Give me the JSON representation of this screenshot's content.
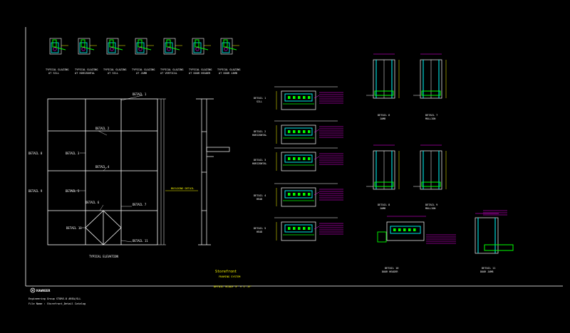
{
  "colors": {
    "background": "#000000",
    "frame": "#ffffff",
    "accent_cyan": "#00ffff",
    "accent_green": "#00ff00",
    "accent_magenta": "#ff00ff",
    "accent_yellow": "#ffff00"
  },
  "details_top": [
    {
      "line1": "TYPICAL GLAZING",
      "line2": "AT SILL"
    },
    {
      "line1": "TYPICAL GLAZING",
      "line2": "AT HORIZONTAL"
    },
    {
      "line1": "TYPICAL GLAZING",
      "line2": "AT SILL"
    },
    {
      "line1": "TYPICAL GLAZING",
      "line2": "AT JAMB"
    },
    {
      "line1": "TYPICAL GLAZING",
      "line2": "AT VERTICAL"
    },
    {
      "line1": "TYPICAL GLAZING",
      "line2": "AT DOOR HEADER"
    },
    {
      "line1": "TYPICAL GLAZING",
      "line2": "AT DOOR JAMB"
    }
  ],
  "elevation": {
    "title": "TYPICAL ELEVATION",
    "callouts": {
      "d1": "DETAIL 1",
      "d2": "DETAIL 2",
      "d3": "DETAIL 3",
      "d4": "DETAIL 4",
      "d5": "DETAIL 5",
      "d6": "DETAIL 6",
      "d7": "DETAIL 7",
      "d8": "DETAIL 8",
      "d9": "DETAIL 9",
      "d10": "DETAIL 10",
      "d11": "DETAIL 11"
    },
    "side_note": "BUILDING DETAIL"
  },
  "sections": [
    {
      "title": "DETAIL 1",
      "sub": "SILL"
    },
    {
      "title": "DETAIL 2",
      "sub": "HORIZONTAL"
    },
    {
      "title": "DETAIL 3",
      "sub": "HORIZONTAL"
    },
    {
      "title": "DETAIL 4",
      "sub": "HEAD"
    },
    {
      "title": "DETAIL 5",
      "sub": "HEAD"
    }
  ],
  "right_details": [
    {
      "title": "DETAIL 6",
      "sub": "JAMB"
    },
    {
      "title": "DETAIL 7",
      "sub": "MULLION"
    },
    {
      "title": "DETAIL 8",
      "sub": "JAMB"
    },
    {
      "title": "DETAIL 9",
      "sub": "MULLION"
    },
    {
      "title": "DETAIL 10",
      "sub": "DOOR HEADER"
    },
    {
      "title": "DETAIL 11",
      "sub": "DOOR JAMB"
    }
  ],
  "center_title": {
    "line1": "Storefront",
    "line2": "FRAMING SYSTEM",
    "line3": "DETAIL SCALE",
    "scale": "3\" = 1'-0\""
  },
  "company": {
    "logo": "KAWNEER",
    "line1": "Engineering Group  STORE-8 AREA/SLL",
    "line2": "File Name : Storefront_Detail Catalog"
  }
}
